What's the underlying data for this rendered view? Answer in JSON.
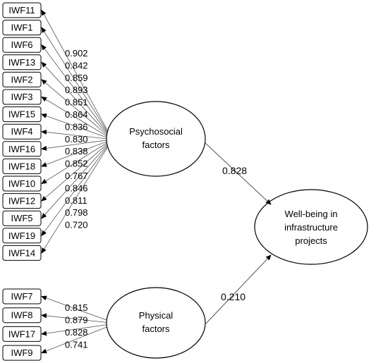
{
  "latent": {
    "psychosocial": {
      "lines": [
        "Psychosocial",
        "factors"
      ]
    },
    "physical": {
      "lines": [
        "Physical",
        "factors"
      ]
    },
    "wellbeing": {
      "lines": [
        "Well-being in",
        "infrastructure",
        "projects"
      ]
    }
  },
  "psychosocial_indicators": [
    {
      "label": "IWF11",
      "loading": "0.902"
    },
    {
      "label": "IWF1",
      "loading": "0.842"
    },
    {
      "label": "IWF6",
      "loading": "0.859"
    },
    {
      "label": "IWF13",
      "loading": "0.893"
    },
    {
      "label": "IWF2",
      "loading": "0.851"
    },
    {
      "label": "IWF3",
      "loading": "0.864"
    },
    {
      "label": "IWF15",
      "loading": "0.836"
    },
    {
      "label": "IWF4",
      "loading": "0.830"
    },
    {
      "label": "IWF16",
      "loading": "0.838"
    },
    {
      "label": "IWF18",
      "loading": "0.852"
    },
    {
      "label": "IWF10",
      "loading": "0.767"
    },
    {
      "label": "IWF12",
      "loading": "0.846"
    },
    {
      "label": "IWF5",
      "loading": "0.811"
    },
    {
      "label": "IWF19",
      "loading": "0.798"
    },
    {
      "label": "IWF14",
      "loading": "0.720"
    }
  ],
  "physical_indicators": [
    {
      "label": "IWF7",
      "loading": "0.815"
    },
    {
      "label": "IWF8",
      "loading": "0.879"
    },
    {
      "label": "IWF17",
      "loading": "0.828"
    },
    {
      "label": "IWF9",
      "loading": "0.741"
    }
  ],
  "paths": {
    "psychosocial_to_wellbeing": "0.828",
    "physical_to_wellbeing": "0.210"
  }
}
